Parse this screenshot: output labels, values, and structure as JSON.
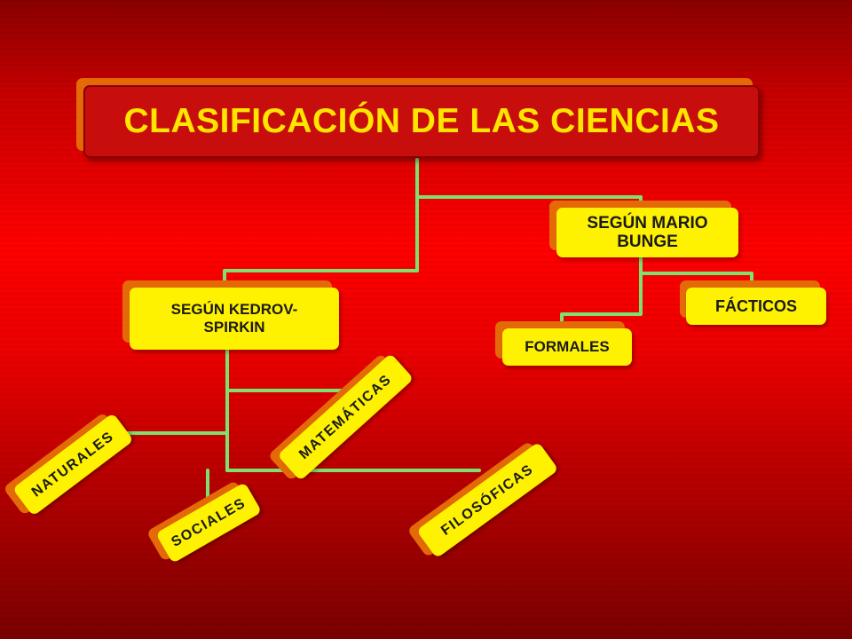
{
  "title": "CLASIFICACIÓN DE LAS CIENCIAS",
  "branches": {
    "bunge": {
      "label": "SEGÚN MARIO BUNGE",
      "children": [
        "FORMALES",
        "FÁCTICOS"
      ]
    },
    "kedrov": {
      "label": "SEGÚN KEDROV- SPIRKIN",
      "children": [
        "NATURALES",
        "SOCIALES",
        "MATEMÁTICAS",
        "FILOSÓFICAS"
      ]
    }
  },
  "colors": {
    "background": "#ff0000",
    "title_fill": "#c80d0d",
    "title_text": "#ffe500",
    "box_fill": "#fff200",
    "box_shadow_layer": "#e46a08",
    "connector": "#7ee06e"
  }
}
